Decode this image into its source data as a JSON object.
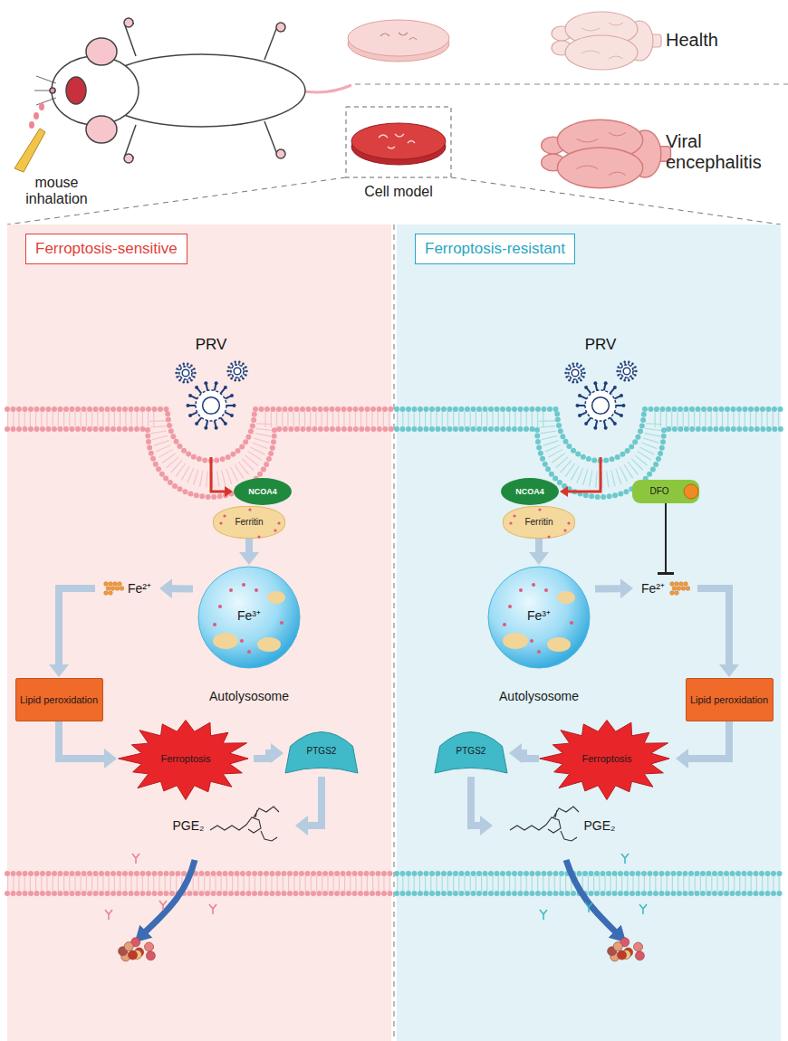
{
  "diagram": {
    "nodes": [
      {
        "text": [
          "Ferroptosis-sensitive"
        ]
      },
      {
        "text": [
          "PRV"
        ],
        "in": 0
      },
      {
        "text": [
          "NCOA4"
        ],
        "in": 0
      },
      {
        "text": [
          "Ferritin"
        ],
        "in": 0
      },
      {
        "text": [
          "Fe³⁺",
          "Autolysosome"
        ],
        "in": 0
      },
      {
        "text": [
          "Fe²⁺"
        ],
        "in": 0
      },
      {
        "text": [
          "Lipid peroxidation"
        ],
        "in": 0
      },
      {
        "text": [
          "Ferroptosis"
        ],
        "in": 0
      },
      {
        "text": [
          "PTGS2"
        ],
        "in": 0
      },
      {
        "text": [
          "PGE₂"
        ],
        "in": 0
      },
      {
        "text": [
          "Ferroptosis-resistant"
        ]
      },
      {
        "text": [
          "PRV"
        ],
        "in": 10
      },
      {
        "text": [
          "NCOA4"
        ],
        "in": 10
      },
      {
        "text": [
          "Ferritin"
        ],
        "in": 10
      },
      {
        "text": [
          "DFO"
        ],
        "in": 10
      },
      {
        "text": [
          "Fe³⁺",
          "Autolysosome"
        ],
        "in": 10
      },
      {
        "text": [
          "Fe²⁺"
        ],
        "in": 10
      },
      {
        "text": [
          "Lipid peroxidation"
        ],
        "in": 10
      },
      {
        "text": [
          "Ferroptosis"
        ],
        "in": 10
      },
      {
        "text": [
          "PTGS2"
        ],
        "in": 10
      },
      {
        "text": [
          "PGE₂"
        ],
        "in": 10
      }
    ],
    "edges": [
      {
        "from": 1,
        "to": 2,
        "arrow": "to"
      },
      {
        "from": 3,
        "to": 4,
        "arrow": "to"
      },
      {
        "from": 4,
        "to": 5,
        "arrow": "to"
      },
      {
        "from": 5,
        "to": 6,
        "arrow": "to"
      },
      {
        "from": 6,
        "to": 7,
        "arrow": "to"
      },
      {
        "from": 7,
        "to": 8,
        "arrow": "to"
      },
      {
        "from": 8,
        "to": 9,
        "arrow": "to"
      },
      {
        "from": 11,
        "to": 12,
        "arrow": "to"
      },
      {
        "from": 13,
        "to": 15,
        "arrow": "to"
      },
      {
        "from": 14,
        "to": 16,
        "arrow": "to"
      },
      {
        "from": 15,
        "to": 16,
        "arrow": "to"
      },
      {
        "from": 16,
        "to": 17,
        "arrow": "to"
      },
      {
        "from": 17,
        "to": 18,
        "arrow": "to"
      },
      {
        "from": 18,
        "to": 19,
        "arrow": "to"
      },
      {
        "from": 19,
        "to": 20,
        "arrow": "to"
      }
    ],
    "labels": [
      "mouse inhalation",
      "Cell model",
      "Health",
      "Viral encephalitis"
    ]
  }
}
